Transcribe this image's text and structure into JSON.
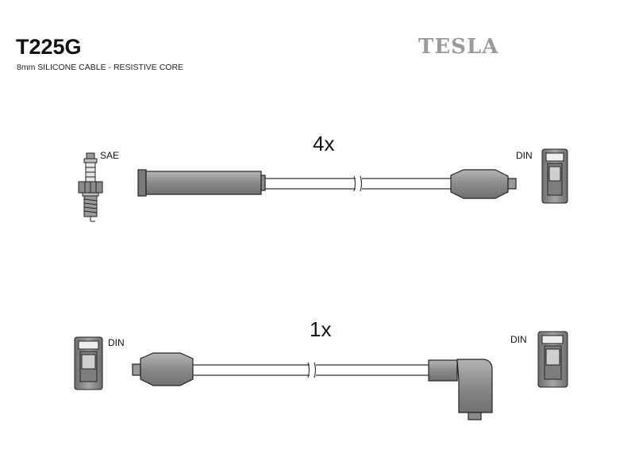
{
  "header": {
    "part_code": "T225G",
    "description": "8mm SILICONE CABLE - RESISTIVE CORE",
    "brand": "TESLA"
  },
  "lead_top": {
    "quantity": "4x",
    "left_connector": "SAE",
    "right_connector": "DIN"
  },
  "lead_bottom": {
    "quantity": "1x",
    "left_connector": "DIN",
    "right_connector": "DIN"
  },
  "colors": {
    "boot_fill": "#8c8c8c",
    "cable_stroke": "#333333",
    "brand": "#9a9a9a"
  }
}
